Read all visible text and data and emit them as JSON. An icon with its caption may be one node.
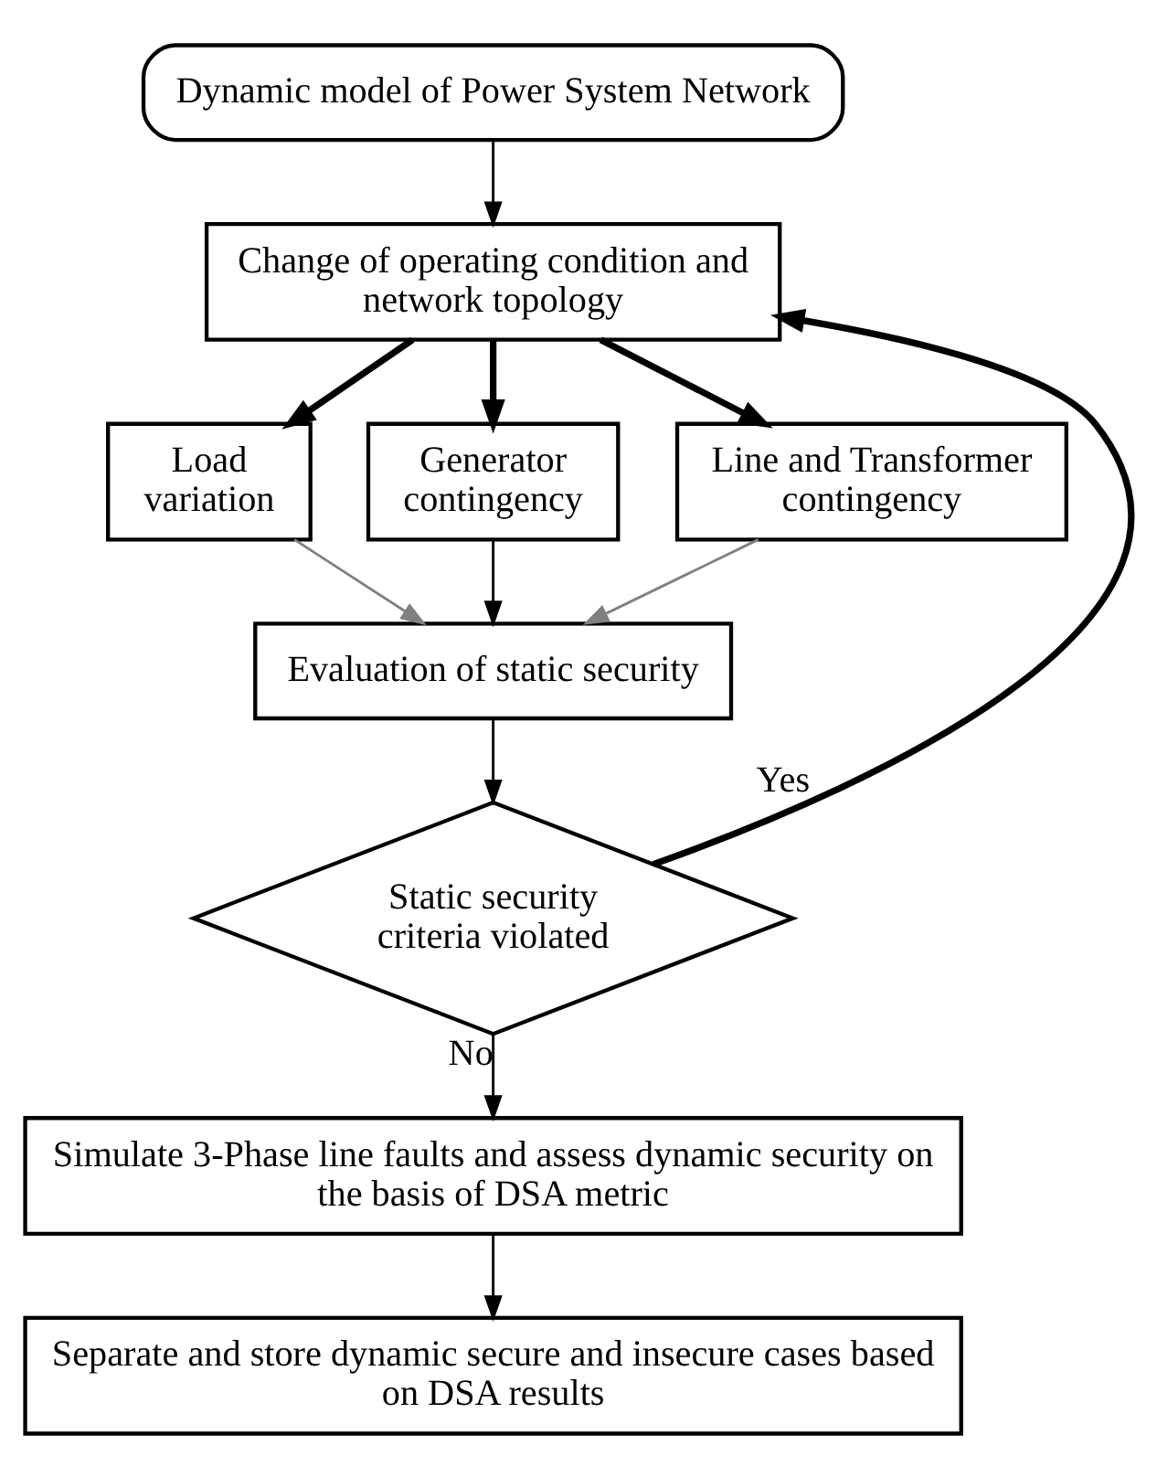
{
  "diagram": {
    "nodes": [
      {
        "text": [
          "Dynamic model of Power System Network"
        ]
      },
      {
        "text": [
          "Change of operating condition and network topology"
        ]
      },
      {
        "text": [
          "Load variation"
        ]
      },
      {
        "text": [
          "Generator contingency"
        ]
      },
      {
        "text": [
          "Line and Transformer contingency"
        ]
      },
      {
        "text": [
          "Evaluation of static security"
        ]
      },
      {
        "text": [
          "Static security criteria violated"
        ]
      },
      {
        "text": [
          "Simulate 3-Phase line faults and assess dynamic security on the basis of DSA metric"
        ]
      },
      {
        "text": [
          "Separate and store dynamic secure and insecure cases based on DSA results"
        ]
      }
    ],
    "edges": [
      {
        "from": 0,
        "to": 1,
        "arrow": "to"
      },
      {
        "from": 1,
        "to": 2,
        "arrow": "to",
        "style": "thick"
      },
      {
        "from": 1,
        "to": 3,
        "arrow": "to",
        "style": "thick"
      },
      {
        "from": 1,
        "to": 4,
        "arrow": "to",
        "style": "thick"
      },
      {
        "from": 2,
        "to": 5,
        "arrow": "to",
        "color": "#808080"
      },
      {
        "from": 3,
        "to": 5,
        "arrow": "to"
      },
      {
        "from": 4,
        "to": 5,
        "arrow": "to",
        "color": "#808080"
      },
      {
        "from": 5,
        "to": 6,
        "arrow": "to"
      },
      {
        "from": 6,
        "to": 1,
        "arrow": "to",
        "label": "Yes",
        "style": "thick"
      },
      {
        "from": 6,
        "to": 7,
        "arrow": "to",
        "label": "No"
      },
      {
        "from": 7,
        "to": 8,
        "arrow": "to"
      }
    ]
  }
}
